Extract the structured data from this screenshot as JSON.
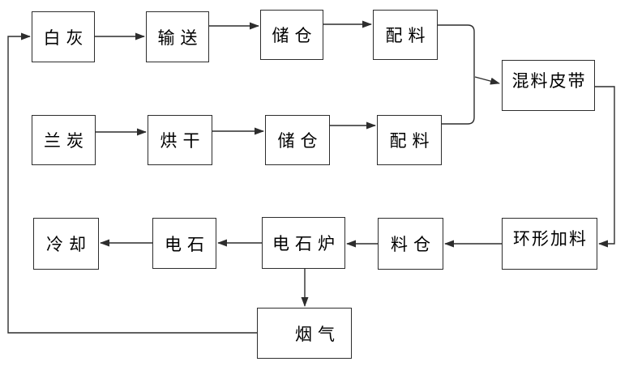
{
  "diagram": {
    "type": "flowchart",
    "background_color": "#ffffff",
    "line_color": "#2d2d2d",
    "box_border_color": "#2d2d2d",
    "text_color": "#000000",
    "nodes": {
      "baihui": {
        "label": "白灰"
      },
      "shusong": {
        "label": "输送"
      },
      "chucang_top": {
        "label": "储仓"
      },
      "peiliao_top": {
        "label": "配料"
      },
      "lantan": {
        "label": "兰炭"
      },
      "honggan": {
        "label": "烘干"
      },
      "chucang_bottom": {
        "label": "储仓"
      },
      "peiliao_bottom": {
        "label": "配料"
      },
      "hunliao_pidai": {
        "label": "混料皮带"
      },
      "huanxing_jialiao": {
        "label": "环形加料"
      },
      "liaocang": {
        "label": "料仓"
      },
      "dianshilu": {
        "label": "电石炉"
      },
      "dianshi": {
        "label": "电石"
      },
      "lengque": {
        "label": "冷却"
      },
      "yanqi": {
        "label": "烟气"
      }
    },
    "edges": [
      {
        "from": "白灰",
        "to": "输送"
      },
      {
        "from": "输送",
        "to": "储仓(上)"
      },
      {
        "from": "储仓(上)",
        "to": "配料(上)"
      },
      {
        "from": "配料(上)",
        "to": "混料皮带"
      },
      {
        "from": "兰炭",
        "to": "烘干"
      },
      {
        "from": "烘干",
        "to": "储仓(下)"
      },
      {
        "from": "储仓(下)",
        "to": "配料(下)"
      },
      {
        "from": "配料(下)",
        "to": "混料皮带"
      },
      {
        "from": "混料皮带",
        "to": "环形加料"
      },
      {
        "from": "环形加料",
        "to": "料仓"
      },
      {
        "from": "料仓",
        "to": "电石炉"
      },
      {
        "from": "电石炉",
        "to": "电石"
      },
      {
        "from": "电石",
        "to": "冷却"
      },
      {
        "from": "电石炉",
        "to": "烟气"
      },
      {
        "from": "烟气",
        "to": "白灰"
      }
    ]
  }
}
